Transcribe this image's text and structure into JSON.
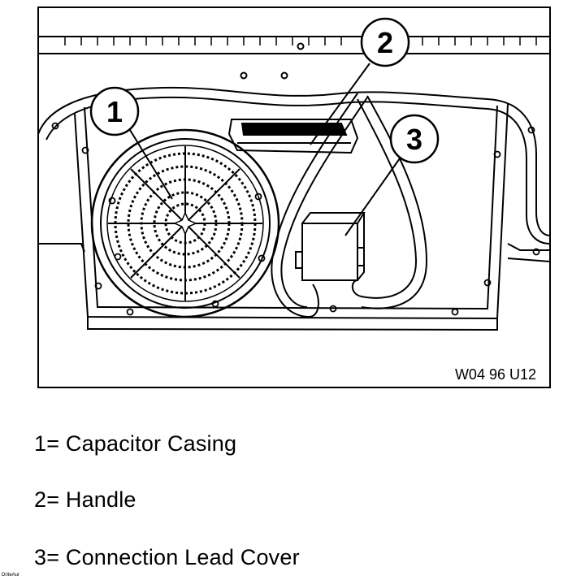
{
  "figure": {
    "reference_code": "W04 96 U12",
    "callouts": [
      {
        "label": "1"
      },
      {
        "label": "2"
      },
      {
        "label": "3"
      }
    ]
  },
  "legend": [
    {
      "text": "1= Capacitor Casing"
    },
    {
      "text": "2= Handle"
    },
    {
      "text": "3= Connection Lead Cover"
    }
  ],
  "corner_mark": "DriteAur",
  "colors": {
    "ink": "#000000",
    "paper": "#ffffff"
  }
}
